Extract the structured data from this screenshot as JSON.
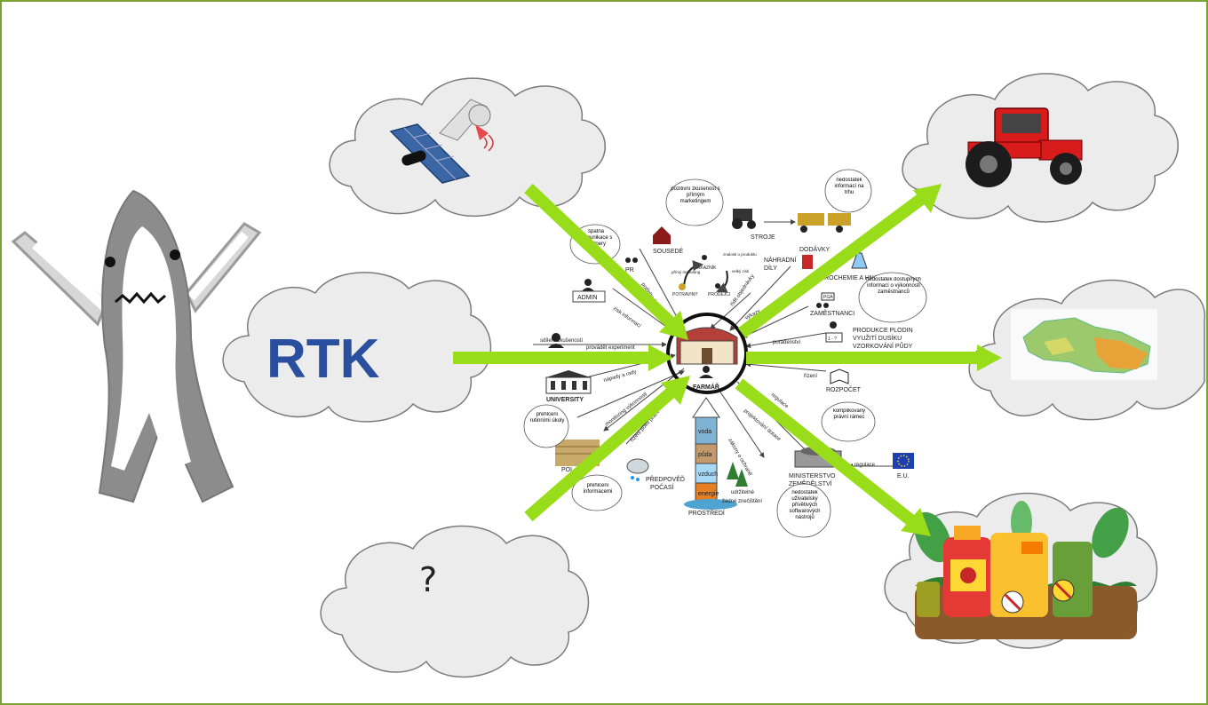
{
  "colors": {
    "frame": "#7ba232",
    "arrow": "#99dd1a",
    "cloud_fill": "#ececec",
    "cloud_stroke": "#7b7b7b",
    "rtk_blue": "#2a4f9e",
    "tractor_red": "#d81c1c"
  },
  "icons": [
    "shark-mascot-icon",
    "satellite-icon",
    "rtk-logo-icon",
    "tractor-icon",
    "czech-map-icon",
    "pesticides-icon",
    "farm-building-icon",
    "person-icon",
    "eu-flag-icon",
    "book-icon",
    "weather-icon"
  ],
  "clouds": {
    "rtk_logo_text": "RTK",
    "question_mark": "?"
  },
  "center": {
    "farmer": "FARMÁŘ"
  },
  "nodes": {
    "sousede": "SOUSEDÉ",
    "pr": "PR",
    "admin": "ADMIN",
    "university": "UNIVERSITY",
    "stroje": "STROJE",
    "dodavky": "DODÁVKY",
    "nahradni": "NÁHRADNÍ",
    "dily": "DÍLY",
    "agrochemie": "AGROCHEMIE A HNOJIVA",
    "zamestnanci": "ZAMĚSTNANCI",
    "produkce1": "PRODUKCE PLODIN",
    "produkce2": "VYUŽITÍ DUSÍKU",
    "produkce3": "VZORKOVÁNÍ PŮDY",
    "rozpocet": "ROZPOČET",
    "ministerstvo1": "MINISTERSTVO",
    "ministerstvo2": "ZEMĚDĚLSTVÍ",
    "eu": "E.U.",
    "predpoved1": "PŘEDPOVĚĎ",
    "predpoved2": "POČASÍ",
    "prostredi": "PROSTŘEDÍ",
    "zakaznik": "ZÁKAZNÍK",
    "potravina": "POTRAVINY",
    "prodejce": "PRODEJCI",
    "polo": "POL",
    "q": "1 - ?",
    "pga": "PGA"
  },
  "thought_bubbles": {
    "pozitivni": "pozitivní zkušenost s přímým marketingem",
    "nedostatek_trh": "nedostatek informací na trhu",
    "nedostatek_vykon": "nedostatek dostupných informací o výkonnosti zaměstnanců",
    "komplikovany": "komplikovaný právní rámec",
    "nedostatek_sw": "nedostatek uživatelsky přívětivých softwarových nástrojů",
    "prehlceni_ukoly": "přehlcení rutinními úkoly",
    "prehlceni_info": "přehlcení informacemi",
    "komunikace": "špatná komunikace s partnery"
  },
  "flow_labels": {
    "sdileni": "sdílení zkušeností",
    "zisk": "zisk informací",
    "provadet": "provádět experiment",
    "napady": "nápady a rady",
    "monitoring": "monitoring výkonnosti",
    "rizeni_prace": "řízení polní práce",
    "zakony": "zákony o ochraně",
    "poradenstvi": "poradenství",
    "rizeni": "řízení",
    "regulace": "regulace",
    "regulace2": "regulace",
    "projektovani": "projektování dotace",
    "udrzitelne": "udržitelné",
    "zadne": "žádné znečištění",
    "prime": "přímý marketing",
    "velky": "velký zisk",
    "znalosti": "znalosti o produktu",
    "vykazy": "výkazy",
    "zadat": "řídit objednávky",
    "vyzkum": "výzkum výsledků",
    "potreby": "potřeby dotace"
  },
  "pillar": [
    "voda",
    "půda",
    "vzduch",
    "energie"
  ]
}
